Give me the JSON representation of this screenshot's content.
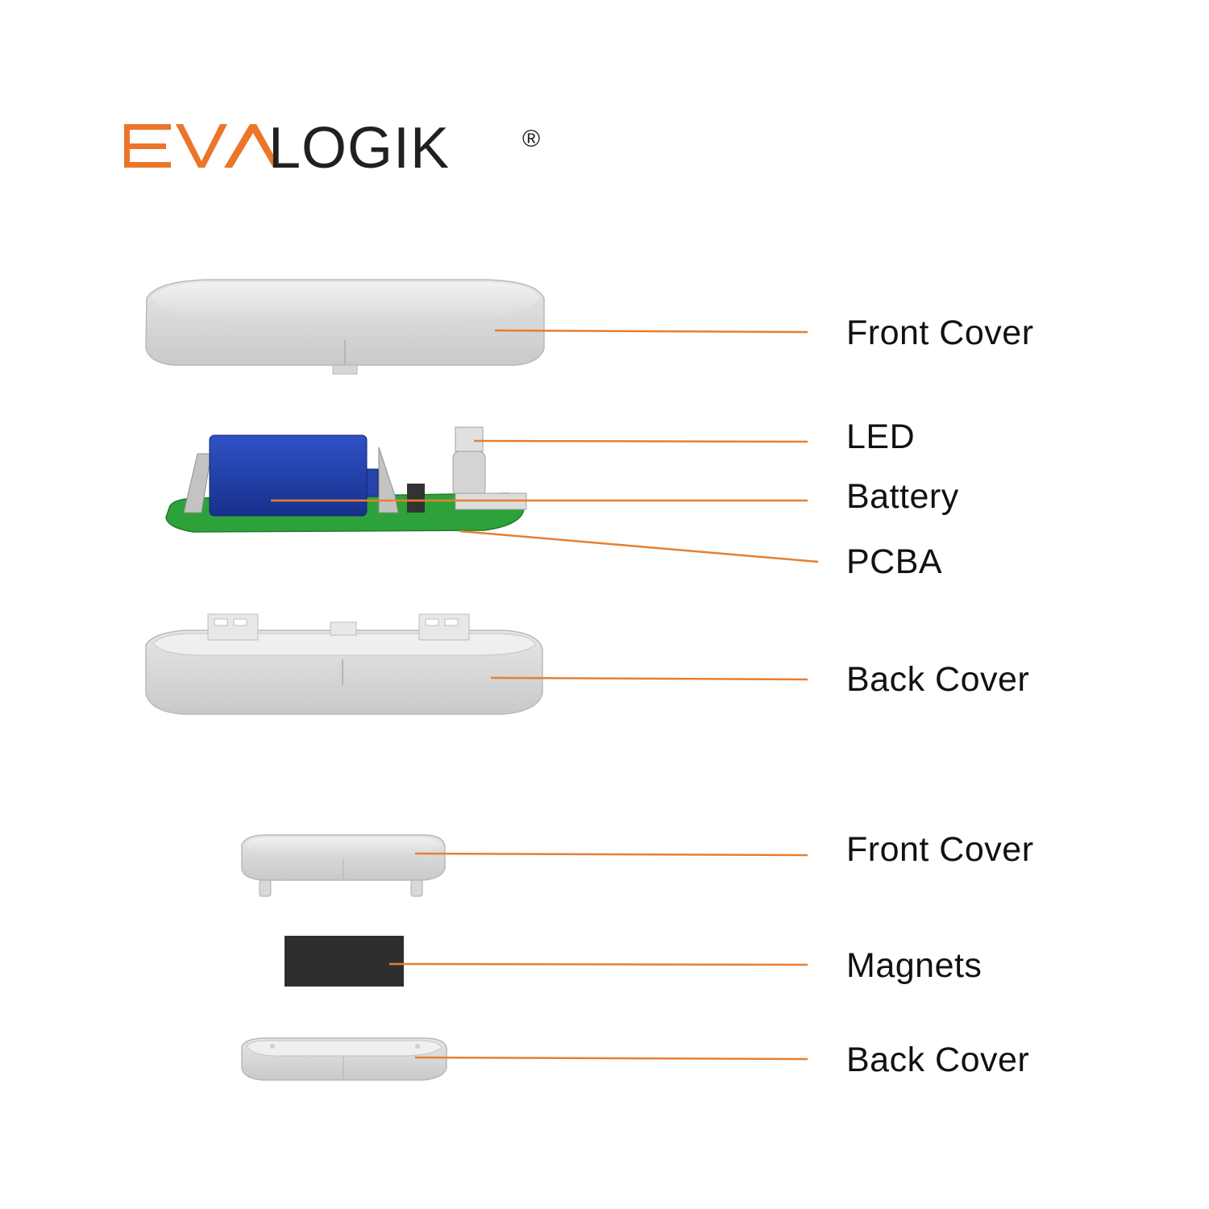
{
  "brand": {
    "prefix": "EVA",
    "name": "LOGIK",
    "registered": "®",
    "accent_color": "#EB7629",
    "text_color": "#231F20"
  },
  "leader_color": "#E87F2E",
  "sensor": {
    "front_cover_label": "Front Cover",
    "led_label": "LED",
    "battery_label": "Battery",
    "pcba_label": "PCBA",
    "back_cover_label": "Back Cover"
  },
  "magnet_unit": {
    "front_cover_label": "Front Cover",
    "magnets_label": "Magnets",
    "back_cover_label": "Back Cover"
  },
  "colors": {
    "plastic": "#E2E2E2",
    "battery": "#1E3FAA",
    "pcb": "#2DA23A",
    "magnet": "#2E2E2E"
  }
}
